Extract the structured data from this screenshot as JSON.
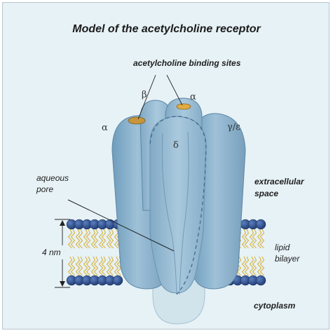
{
  "title": "Model of the acetylcholine receptor",
  "labels": {
    "binding_sites": "acetylcholine binding sites",
    "aqueous_pore_line1": "aqueous",
    "aqueous_pore_line2": "pore",
    "extracellular_line1": "extracellular",
    "extracellular_line2": "space",
    "lipid_line1": "lipid",
    "lipid_line2": "bilayer",
    "cytoplasm": "cytoplasm",
    "thickness": "4 nm"
  },
  "subunits": {
    "alpha_left": "α",
    "beta": "β",
    "alpha_right": "α",
    "gamma_epsilon": "γ/ε",
    "delta": "δ"
  },
  "colors": {
    "background": "#e7f2f6",
    "protein": "#8fb5cf",
    "protein_dark": "#6d97b6",
    "lipid_head": "#2e4f8c",
    "lipid_tail": "#d9b74a",
    "binding_site": "#d9a640"
  }
}
